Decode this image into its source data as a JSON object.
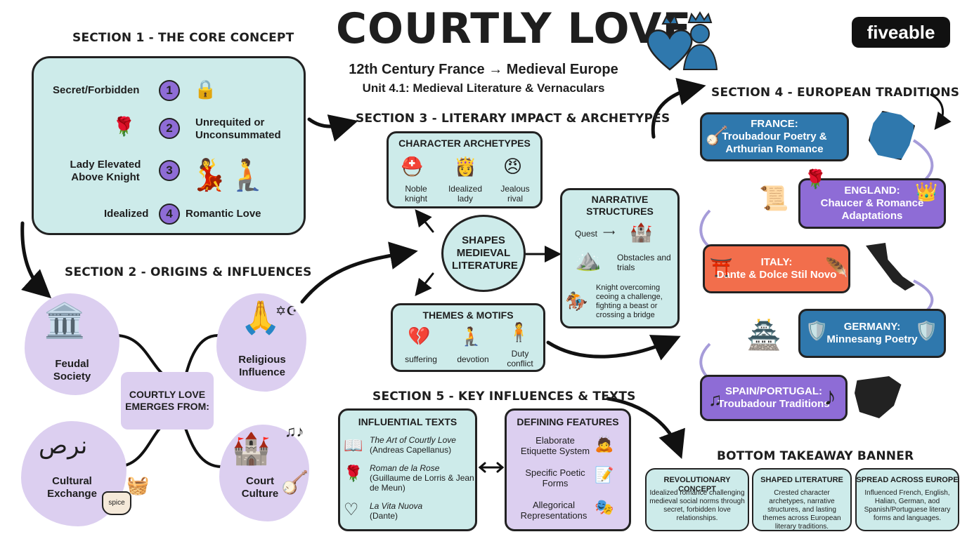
{
  "header": {
    "title": "COURTLY LOVE",
    "subtitle1": "12th Century France → Medieval Europe",
    "subtitle2": "Unit 4.1: Medieval Literature & Vernaculars",
    "brand": "fiveable"
  },
  "section1": {
    "title": "SECTION 1 - THE CORE CONCEPT",
    "items": [
      {
        "num": "1",
        "label": "Secret/Forbidden"
      },
      {
        "num": "2",
        "label": "Unrequited or Unconsummated"
      },
      {
        "num": "3",
        "label": "Lady Elevated Above Knight"
      },
      {
        "num": "4",
        "label_left": "Idealized",
        "label_right": "Romantic Love"
      }
    ]
  },
  "section2": {
    "title": "SECTION 2 - ORIGINS & INFLUENCES",
    "center": "COURTLY LOVE EMERGES FROM:",
    "nodes": [
      "Feudal Society",
      "Religious Influence",
      "Cultural Exchange",
      "Court Culture"
    ],
    "spice_label": "spice"
  },
  "section3": {
    "title": "SECTION 3 - LITERARY IMPACT & ARCHETYPES",
    "center": "SHAPES MEDIEVAL LITERATURE",
    "archetypes": {
      "title": "CHARACTER ARCHETYPES",
      "items": [
        "Noble knight",
        "Idealized lady",
        "Jealous rival"
      ]
    },
    "themes": {
      "title": "THEMES & MOTIFS",
      "items": [
        "suffering",
        "devotion",
        "Duty conflict"
      ]
    },
    "narrative": {
      "title": "NARRATIVE STRUCTURES",
      "quest": "Quest",
      "obstacles": "Obstacles and trials",
      "knight": "Knight overcoming ceoing a challenge, fighting a beast or crossing a bridge"
    }
  },
  "section4": {
    "title": "SECTION 4 - EUROPEAN TRADITIONS",
    "countries": [
      {
        "name": "FRANCE:",
        "desc": "Troubadour Poetry & Arthurian Romance"
      },
      {
        "name": "ENGLAND:",
        "desc": "Chaucer & Romance Adaptations"
      },
      {
        "name": "ITALY:",
        "desc": "Dante & Dolce Stil Novo"
      },
      {
        "name": "GERMANY:",
        "desc": "Minnesang Poetry"
      },
      {
        "name": "SPAIN/PORTUGAL:",
        "desc": "Troubadour Traditions"
      }
    ]
  },
  "section5": {
    "title": "SECTION 5 - KEY INFLUENCES & TEXTS",
    "texts": {
      "title": "INFLUENTIAL TEXTS",
      "items": [
        {
          "work": "The Art of Courtly Love",
          "author": "(Andreas Capellanus)"
        },
        {
          "work": "Roman de la Rose",
          "author": "(Guillaume de Lorris & Jean de Meun)"
        },
        {
          "work": "La Vita Nuova",
          "author": "(Dante)"
        }
      ]
    },
    "features": {
      "title": "DEFINING FEATURES",
      "items": [
        "Elaborate Etiquette System",
        "Specific Poetic Forms",
        "Allegorical Representations"
      ]
    }
  },
  "banner": {
    "title": "BOTTOM TAKEAWAY BANNER",
    "cards": [
      {
        "title": "REVOLUTIONARY CONCEPT",
        "text": "Idealized romance challenging medieval social norms through secret, forbidden love relationships."
      },
      {
        "title": "SHAPED LITERATURE",
        "text": "Crested character archetypes, narrative structures, and lasting themes across European literary traditions."
      },
      {
        "title": "SPREAD ACROSS EUROPE",
        "text": "Influenced French, English, Halian, German, aod Spanish/Portuguese literary forms and languages."
      }
    ]
  },
  "colors": {
    "teal": "#cdebea",
    "lavender": "#dccff0",
    "blue": "#2f78ad",
    "purple": "#8e6cd6",
    "orange": "#f26e4c"
  }
}
